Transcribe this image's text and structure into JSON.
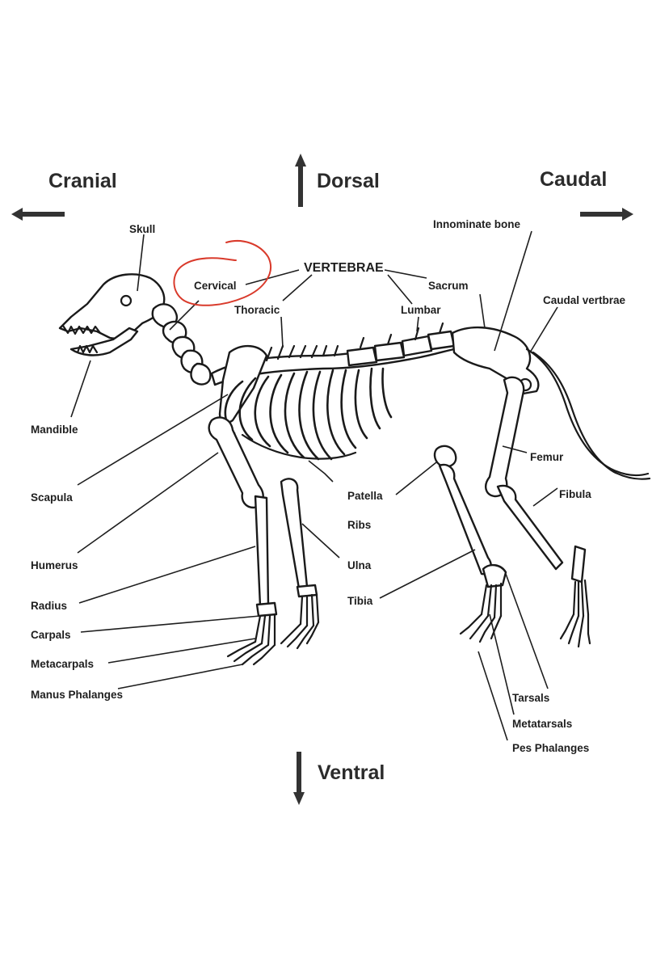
{
  "directions": {
    "cranial": "Cranial",
    "dorsal": "Dorsal",
    "caudal": "Caudal",
    "ventral": "Ventral"
  },
  "labels": {
    "skull": "Skull",
    "innominate": "Innominate bone",
    "vertebrae": "VERTEBRAE",
    "cervical": "Cervical",
    "sacrum": "Sacrum",
    "thoracic": "Thoracic",
    "lumbar": "Lumbar",
    "caudal_vertebrae": "Caudal vertbrae",
    "mandible": "Mandible",
    "femur": "Femur",
    "scapula": "Scapula",
    "patella": "Patella",
    "fibula": "Fibula",
    "ribs": "Ribs",
    "humerus": "Humerus",
    "ulna": "Ulna",
    "radius": "Radius",
    "tibia": "Tibia",
    "carpals": "Carpals",
    "metacarpals": "Metacarpals",
    "manus_phalanges": "Manus Phalanges",
    "tarsals": "Tarsals",
    "metatarsals": "Metatarsals",
    "pes_phalanges": "Pes Phalanges"
  },
  "colors": {
    "ink": "#1e1e1e",
    "highlight_circle": "#d93a2b",
    "background": "#ffffff"
  }
}
